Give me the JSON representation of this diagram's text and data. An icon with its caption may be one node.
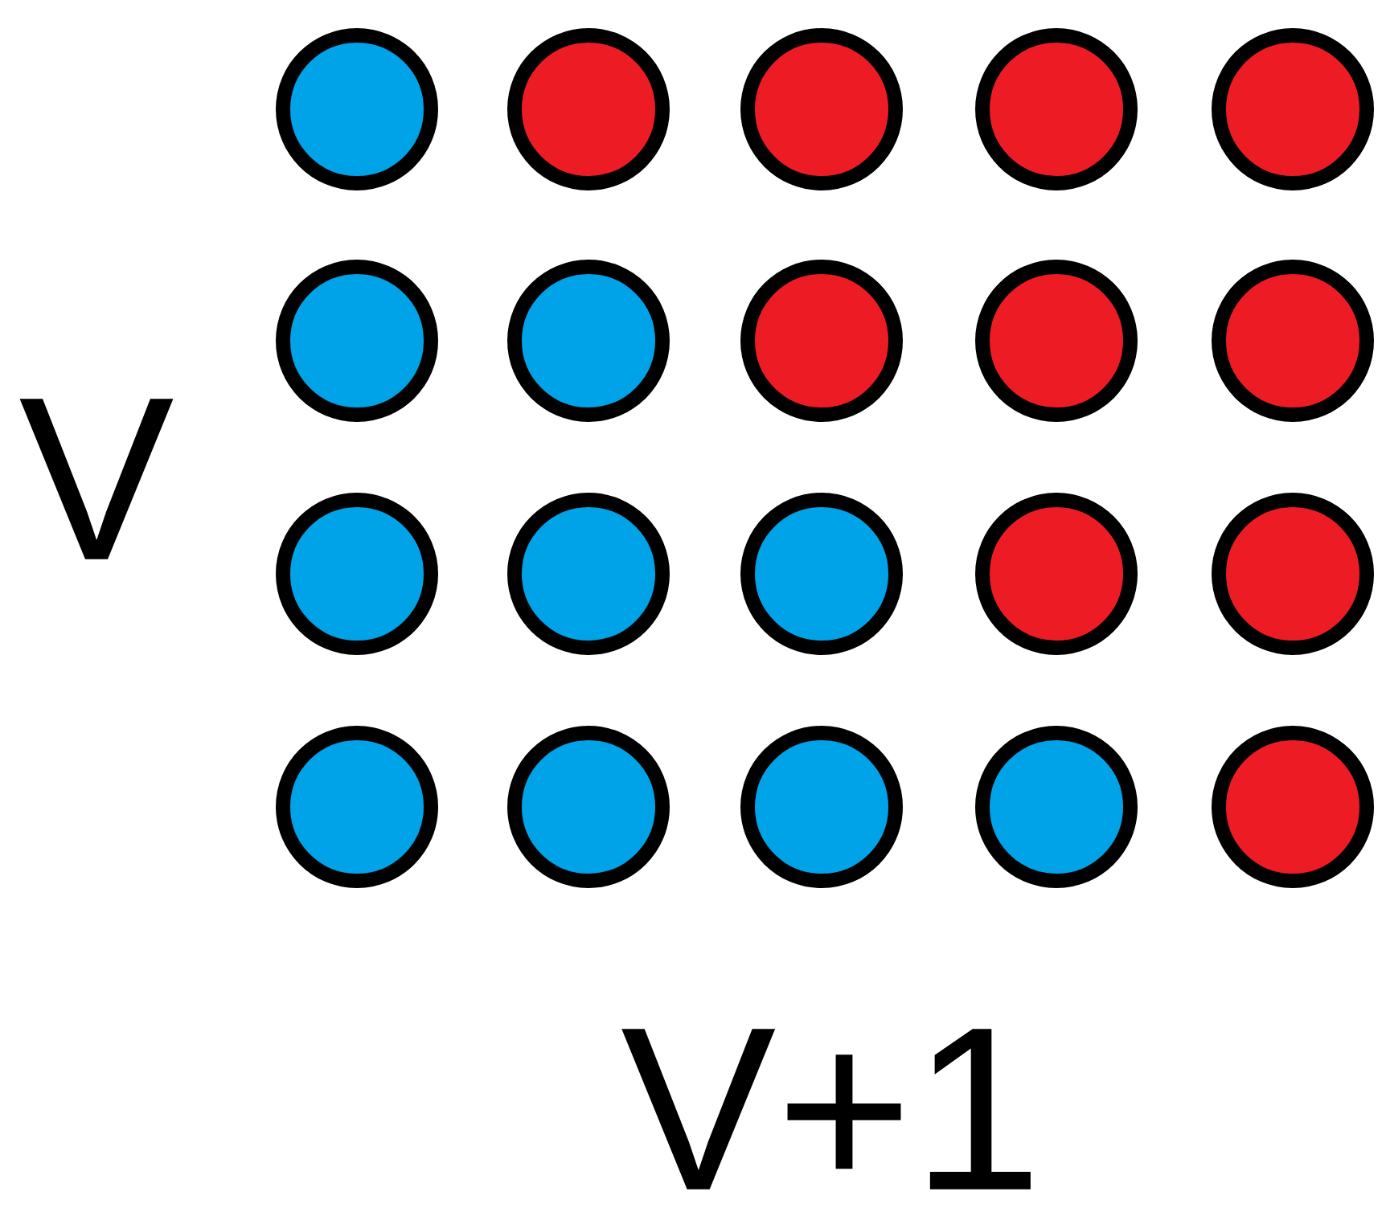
{
  "diagram": {
    "nodes": [
      {
        "text": [],
        "shape": "circle"
      },
      {
        "text": [],
        "shape": "circle"
      },
      {
        "text": [],
        "shape": "circle"
      },
      {
        "text": [],
        "shape": "circle"
      },
      {
        "text": [],
        "shape": "circle"
      },
      {
        "text": [],
        "shape": "circle"
      },
      {
        "text": [],
        "shape": "circle"
      },
      {
        "text": [],
        "shape": "circle"
      },
      {
        "text": [],
        "shape": "circle"
      },
      {
        "text": [],
        "shape": "circle"
      },
      {
        "text": [],
        "shape": "circle"
      },
      {
        "text": [],
        "shape": "circle"
      },
      {
        "text": [],
        "shape": "circle"
      },
      {
        "text": [],
        "shape": "circle"
      },
      {
        "text": [],
        "shape": "circle"
      },
      {
        "text": [],
        "shape": "circle"
      },
      {
        "text": [],
        "shape": "circle"
      },
      {
        "text": [],
        "shape": "circle"
      },
      {
        "text": [],
        "shape": "circle"
      },
      {
        "text": [],
        "shape": "circle"
      }
    ],
    "labels": [
      "V",
      "V+1"
    ]
  }
}
